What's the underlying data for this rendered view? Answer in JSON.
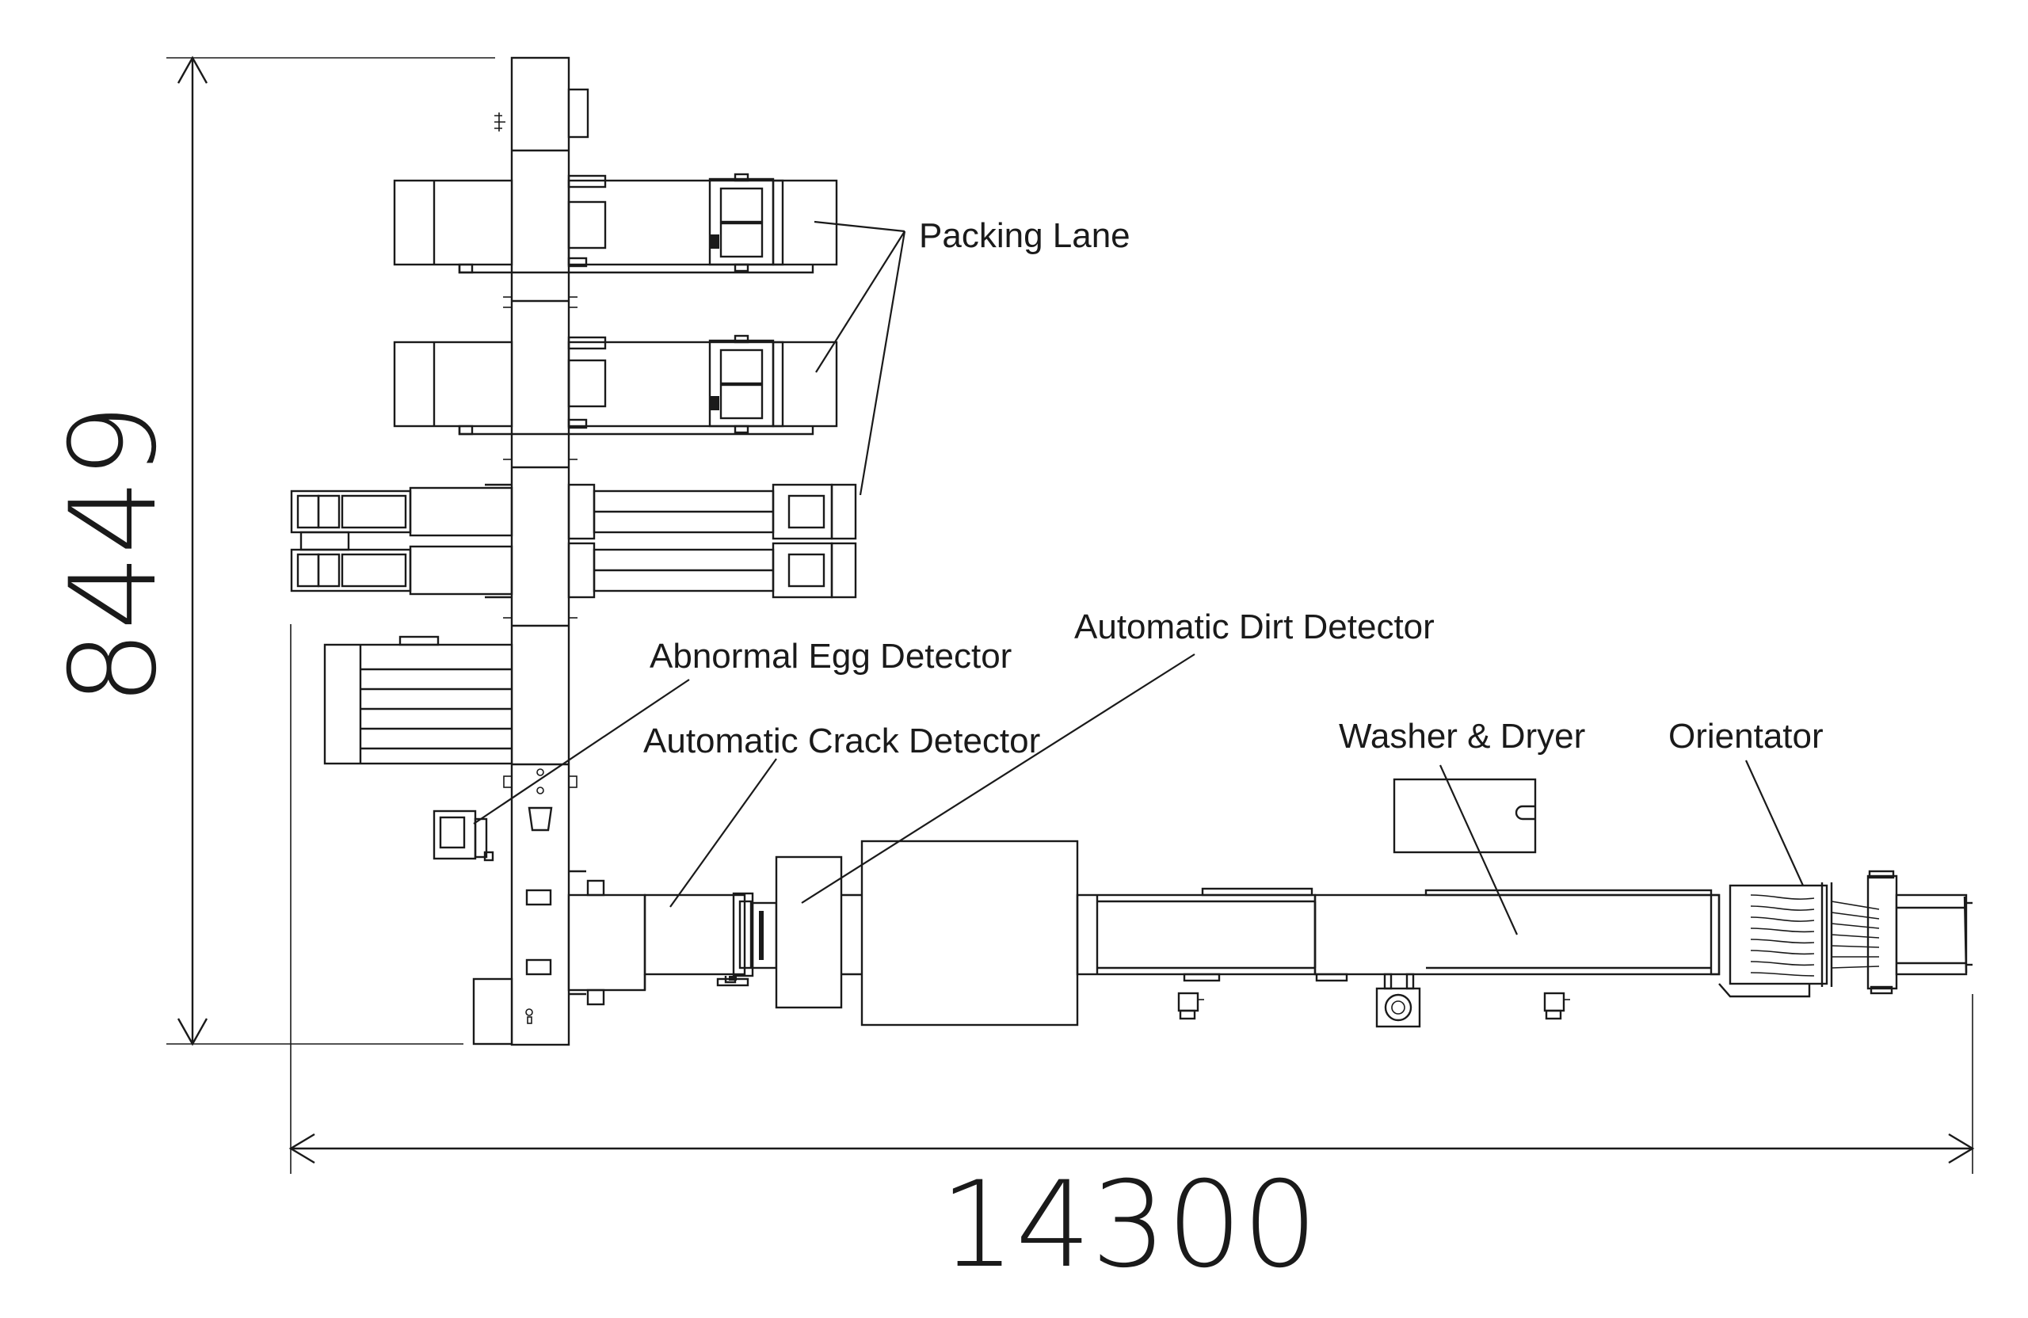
{
  "labels": {
    "packing_lane": "Packing Lane",
    "abnormal_egg_detector": "Abnormal Egg Detector",
    "automatic_crack_detector": "Automatic Crack Detector",
    "automatic_dirt_detector": "Automatic Dirt Detector",
    "washer_dryer": "Washer & Dryer",
    "orientator": "Orientator"
  },
  "dimensions": {
    "height": "8449",
    "width": "14300"
  }
}
